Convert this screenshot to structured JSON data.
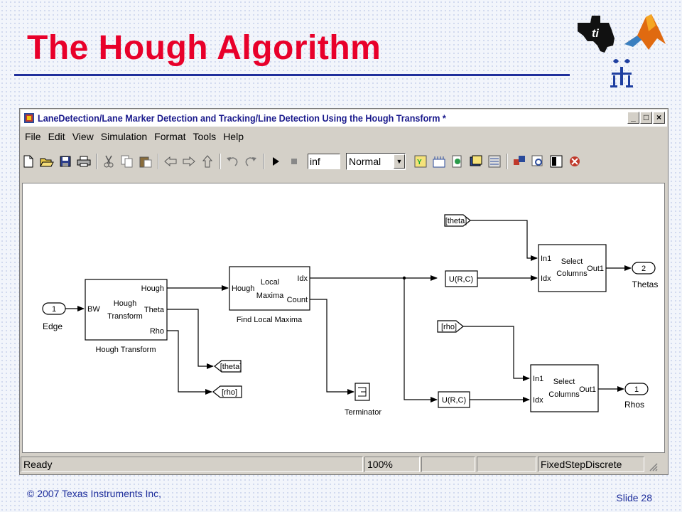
{
  "slide": {
    "title": "The Hough Algorithm",
    "footer_left": "© 2007 Texas Instruments Inc,",
    "footer_right": "Slide 28"
  },
  "window": {
    "title": "LaneDetection/Lane Marker Detection and Tracking/Line Detection  Using the Hough Transform *",
    "minimize": "_",
    "maximize": "□",
    "close": "×"
  },
  "menu": [
    "File",
    "Edit",
    "View",
    "Simulation",
    "Format",
    "Tools",
    "Help"
  ],
  "toolbar": {
    "stop_time": "inf",
    "mode": "Normal",
    "icons": [
      "new-icon",
      "open-icon",
      "save-icon",
      "print-icon",
      "cut-icon",
      "copy-icon",
      "paste-icon",
      "back-icon",
      "forward-icon",
      "up-icon",
      "undo-icon",
      "redo-icon",
      "play-icon",
      "stop-icon",
      "update-diagram-icon",
      "build-icon",
      "debug-icon",
      "library-icon",
      "model-explorer-icon",
      "model-browser-icon",
      "find-icon",
      "properties-icon",
      "debugger-icon"
    ]
  },
  "diagram": {
    "edge_port": {
      "num": "1",
      "label": "Edge"
    },
    "hough_block": {
      "in": "BW",
      "center1": "Hough",
      "center2": "Transform",
      "out1": "Hough",
      "out2": "Theta",
      "out3": "Rho",
      "caption": "Hough Transform"
    },
    "maxima_block": {
      "in": "Hough",
      "center1": "Local",
      "center2": "Maxima",
      "out1": "Idx",
      "out2": "Count",
      "caption": "Find Local Maxima"
    },
    "goto_theta": "[theta]",
    "goto_rho": "[rho]",
    "from_theta": "[theta]",
    "from_rho": "[rho]",
    "selector_top": "U(R,C)",
    "selector_bottom": "U(R,C)",
    "terminator": "Terminator",
    "select_top": {
      "in1": "In1",
      "in2": "Idx",
      "center1": "Select",
      "center2": "Columns",
      "out": "Out1"
    },
    "select_bottom": {
      "in1": "In1",
      "in2": "Idx",
      "center1": "Select",
      "center2": "Columns",
      "out": "Out1"
    },
    "out_thetas": {
      "num": "2",
      "label": "Thetas"
    },
    "out_rhos": {
      "num": "1",
      "label": "Rhos"
    }
  },
  "status": {
    "state": "Ready",
    "zoom": "100%",
    "solver": "FixedStepDiscrete"
  }
}
